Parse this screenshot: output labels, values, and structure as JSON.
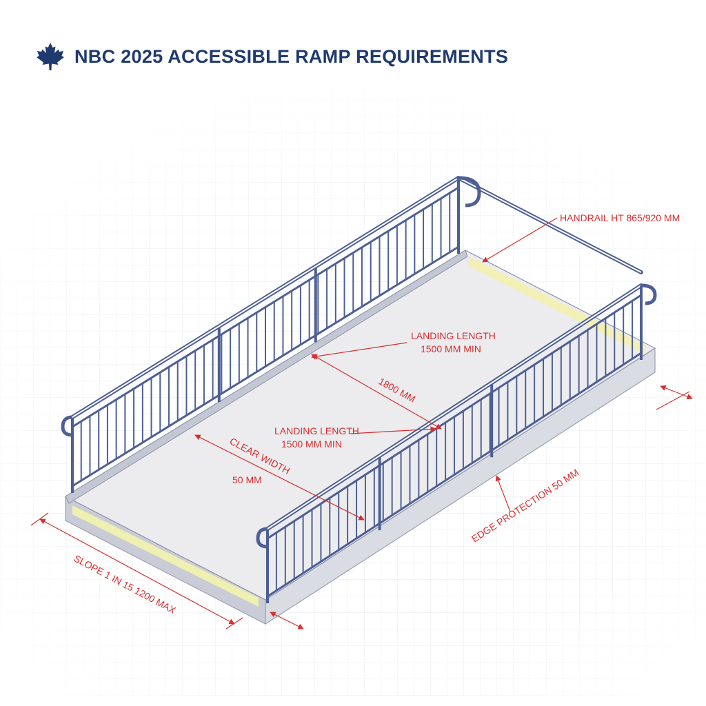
{
  "header": {
    "title": "NBC 2025 ACCESSIBLE RAMP REQUIREMENTS",
    "logo": "maple-leaf-icon"
  },
  "annotations": {
    "handrail_height": "HANDRAIL HT 865/920 MM",
    "landing_length_top_1": "LANDING LENGTH",
    "landing_length_top_2": "1500 MM MIN",
    "width_1800": "1800 MM",
    "landing_length_mid_1": "LANDING LENGTH",
    "landing_length_mid_2": "1500 MM MIN",
    "clear_width": "CLEAR WIDTH",
    "fifty_mm": "50 MM",
    "edge_protection": "EDGE PROTECTION 50 MM",
    "slope": "SLOPE 1 IN 15 1200 MAX"
  },
  "colors": {
    "title": "#1f3a6e",
    "annotation": "#d62f2f",
    "rail": "#4e5f95",
    "surface": "#ececef",
    "curb_stripe": "#f2f0b0"
  }
}
